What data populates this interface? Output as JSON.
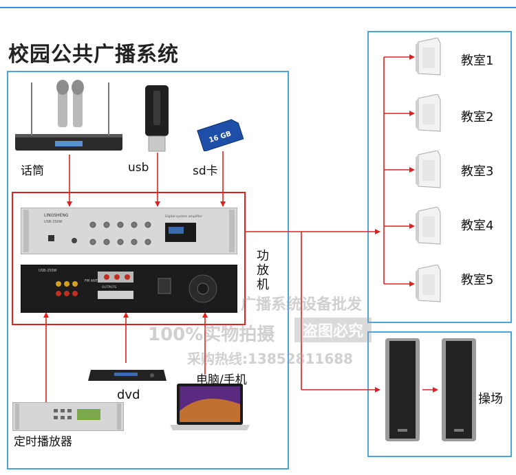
{
  "title": "校园公共广播系统",
  "sources": {
    "mic_label": "话筒",
    "usb_label": "usb",
    "sd_label": "sd卡",
    "sd_card_text": "16 GB"
  },
  "amplifier": {
    "vertical_label": "功放机",
    "brand": "LINGSHENG",
    "front_model": "USB-250W",
    "front_caption": "Digital system amplifier",
    "rear_model": "USB-250W",
    "rear_outputs_label": "OUTPUTS",
    "rear_fm_label": "FM ANT"
  },
  "inputs": {
    "dvd_label": "dvd",
    "pc_label": "电脑/手机",
    "timer_label": "定时播放器"
  },
  "classrooms": [
    {
      "label": "教室1"
    },
    {
      "label": "教室2"
    },
    {
      "label": "教室3"
    },
    {
      "label": "教室4"
    },
    {
      "label": "教室5"
    }
  ],
  "playground": {
    "label": "操场"
  },
  "watermark": {
    "line1": "广播系统设备批发",
    "line2": "100%实物拍摄",
    "line2b": "盗图必究",
    "line3": "采购热线:13852811688"
  },
  "colors": {
    "frame": "#4aa3df",
    "wire": "#e02020",
    "title_bar": "#3a8de0"
  }
}
